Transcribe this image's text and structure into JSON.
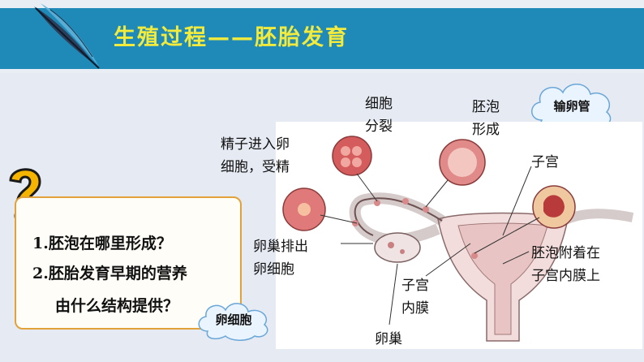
{
  "header": {
    "title": "生殖过程——胚胎发育"
  },
  "questions": [
    "1.胚泡在哪里形成？",
    "2.胚胎发育早期的营养",
    "由什么结构提供？"
  ],
  "clouds": {
    "oviduct": "输卵管",
    "egg_cell": "卵细胞"
  },
  "figure_labels": {
    "sperm_enters_line1": "精子进入卵",
    "sperm_enters_line2": "细胞，受精",
    "cell_division_line1": "细胞",
    "cell_division_line2": "分裂",
    "blastocyst_forms_line1": "胚泡",
    "blastocyst_forms_line2": "形成",
    "uterus": "子宫",
    "ovulation_line1": "卵巢排出",
    "ovulation_line2": "卵细胞",
    "attachment_line1": "胚泡附着在",
    "attachment_line2": "子宫内膜上",
    "endometrium_line1": "子宫",
    "endometrium_line2": "内膜",
    "ovary": "卵巢"
  },
  "colors": {
    "header_band": "#1f8ab8",
    "title": "#f2ea3c",
    "box_border": "#e3a13a",
    "background": "#e6ebf3",
    "cloud": "#eaf4ff"
  },
  "icons": [
    "feather-icon",
    "question-mark-icon"
  ]
}
